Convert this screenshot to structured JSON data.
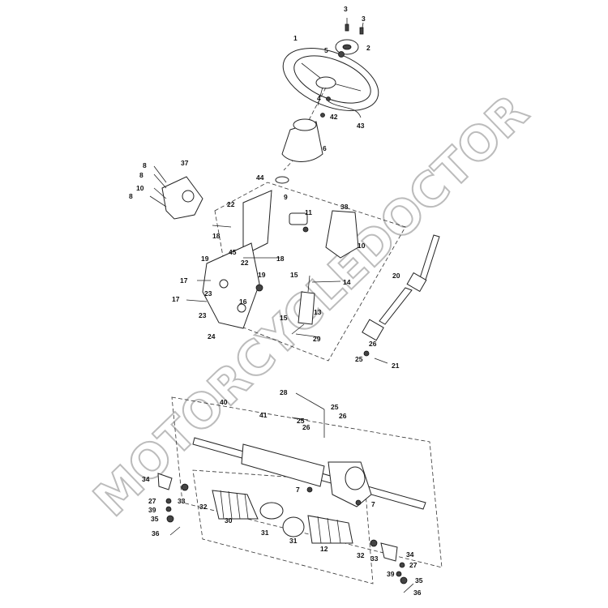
{
  "watermark": "MOTORCYCLEDOCTOR",
  "callouts": [
    "1",
    "2",
    "3",
    "4",
    "5",
    "6",
    "7",
    "8",
    "9",
    "10",
    "11",
    "12",
    "13",
    "14",
    "15",
    "16",
    "17",
    "18",
    "19",
    "20",
    "21",
    "22",
    "23",
    "24",
    "25",
    "26",
    "27",
    "28",
    "29",
    "30",
    "31",
    "32",
    "33",
    "34",
    "35",
    "36",
    "37",
    "38",
    "39",
    "40",
    "41",
    "42",
    "43",
    "44",
    "45"
  ]
}
